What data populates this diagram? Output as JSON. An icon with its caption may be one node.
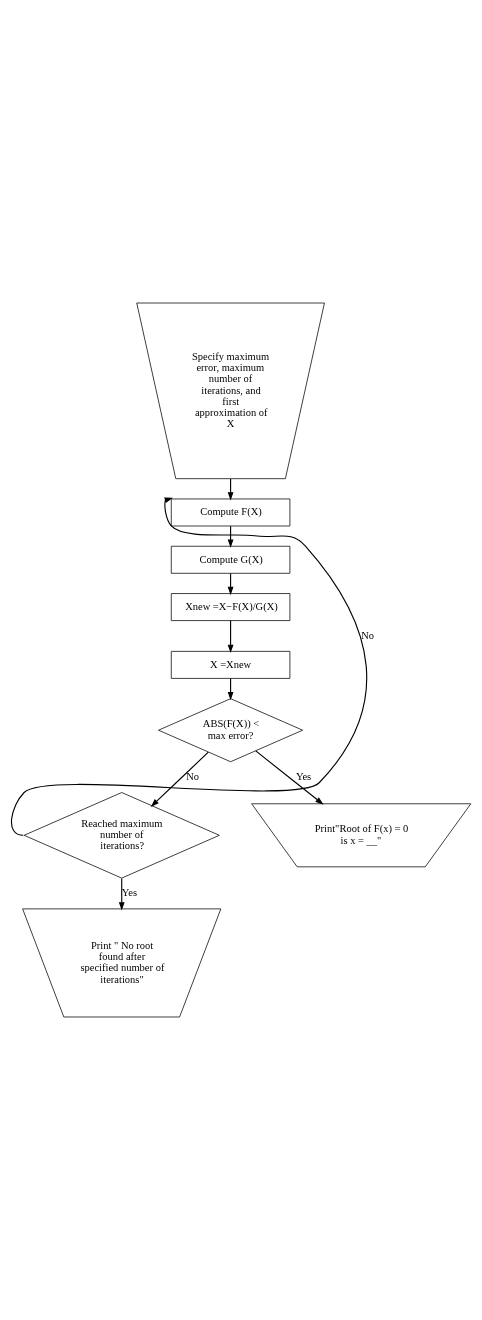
{
  "diagram": {
    "nodes": [
      {
        "text": [
          "Specify maximum error, maximum number of iterations, and first approximation of X"
        ]
      },
      {
        "text": [
          "Compute F(X)"
        ]
      },
      {
        "text": [
          "Compute G(X)"
        ]
      },
      {
        "text": [
          "Xnew =X−F(X)/G(X)"
        ]
      },
      {
        "text": [
          "X =Xnew"
        ]
      },
      {
        "text": [
          "ABS(F(X)) < max error?"
        ]
      },
      {
        "text": [
          "Reached maximum number of iterations?"
        ]
      },
      {
        "text": [
          "Print \" No root found after specified number of iterations\""
        ]
      },
      {
        "text": [
          "Print\"Root of F(x) = 0 is x = __\""
        ]
      }
    ],
    "edges": [
      {
        "from": 0,
        "to": 1,
        "arrow": "to"
      },
      {
        "from": 1,
        "to": 2,
        "arrow": "to"
      },
      {
        "from": 2,
        "to": 3,
        "arrow": "to"
      },
      {
        "from": 3,
        "to": 4,
        "arrow": "to"
      },
      {
        "from": 4,
        "to": 5,
        "arrow": "to"
      },
      {
        "from": 5,
        "to": 8,
        "arrow": "to",
        "label": "Yes"
      },
      {
        "from": 5,
        "to": 6,
        "arrow": "to",
        "label": "No"
      },
      {
        "from": 6,
        "to": 1,
        "arrow": "to",
        "label": "No"
      },
      {
        "from": 6,
        "to": 7,
        "arrow": "to",
        "label": "Yes"
      }
    ]
  }
}
